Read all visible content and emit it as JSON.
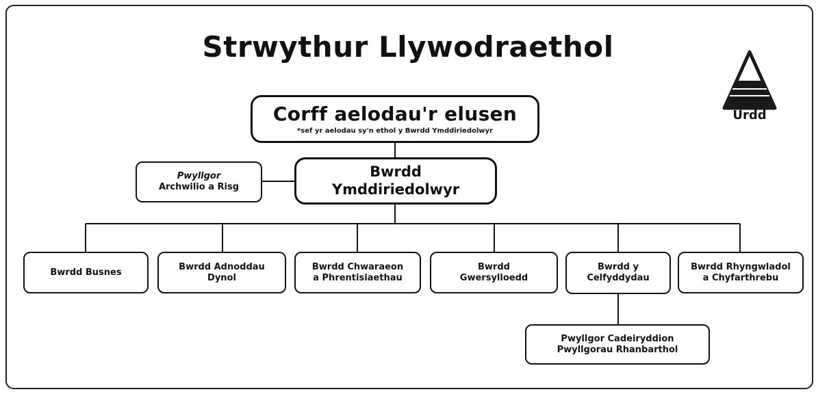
{
  "diagram": {
    "title": "Strwythur Llywodraethol",
    "logo": {
      "icon": "urdd-triangle-logo",
      "label": "Urdd"
    },
    "members_box": {
      "title": "Corff aelodau'r elusen",
      "note": "*sef yr aelodau sy'n ethol y Bwrdd Ymddiriedolwyr"
    },
    "trustees_box": {
      "line1": "Bwrdd",
      "line2": "Ymddiriedolwyr"
    },
    "audit_box": {
      "line1": "Pwyllgor",
      "line2": "Archwilio a Risg"
    },
    "boards": [
      {
        "line1": "Bwrdd Busnes",
        "line2": ""
      },
      {
        "line1": "Bwrdd Adnoddau",
        "line2": "Dynol"
      },
      {
        "line1": "Bwrdd Chwaraeon",
        "line2": "a Phrentisiaethau"
      },
      {
        "line1": "Bwrdd",
        "line2": "Gwersylloedd"
      },
      {
        "line1": "Bwrdd y",
        "line2": "Celfyddydau"
      },
      {
        "line1": "Bwrdd Rhyngwladol",
        "line2": "a Chyfarthrebu"
      }
    ],
    "regional_box": {
      "line1": "Pwyllgor Cadeiryddion",
      "line2": "Pwyllgorau Rhanbarthol"
    },
    "colors": {
      "line": "#111111",
      "logo_dark": "#1a1a1a"
    }
  }
}
